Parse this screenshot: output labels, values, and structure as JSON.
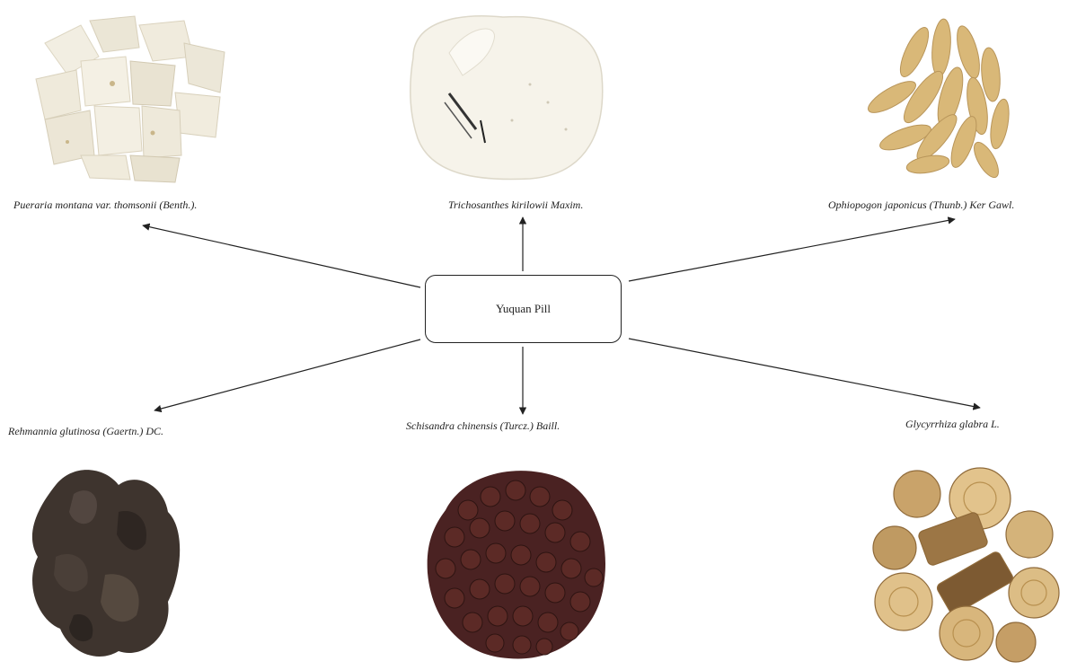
{
  "center": {
    "label": "Yuquan Pill"
  },
  "herbs": [
    {
      "id": "pueraria",
      "label": "Pueraria montana var. thomsonii (Benth.).",
      "photo": "pale-root-slices"
    },
    {
      "id": "trichosanthes",
      "label": "Trichosanthes kirilowii Maxim.",
      "photo": "white-root-slice"
    },
    {
      "id": "ophiopogon",
      "label": "Ophiopogon japonicus (Thunb.) Ker Gawl.",
      "photo": "golden-tubers"
    },
    {
      "id": "rehmannia",
      "label": "Rehmannia glutinosa (Gaertn.) DC.",
      "photo": "dark-root-pieces"
    },
    {
      "id": "schisandra",
      "label": "Schisandra chinensis (Turcz.) Baill.",
      "photo": "dark-red-berries"
    },
    {
      "id": "glycyrrhiza",
      "label": "Glycyrrhiza glabra L.",
      "photo": "licorice-root-slices"
    }
  ],
  "colors": {
    "line": "#222222",
    "pueraria": "#efeadb",
    "trichosanthes": "#f6f3ea",
    "ophiopogon": "#d9b878",
    "rehmannia": "#3e342e",
    "schisandra": "#4a2222",
    "glycyrrhiza": "#d4b37a"
  }
}
